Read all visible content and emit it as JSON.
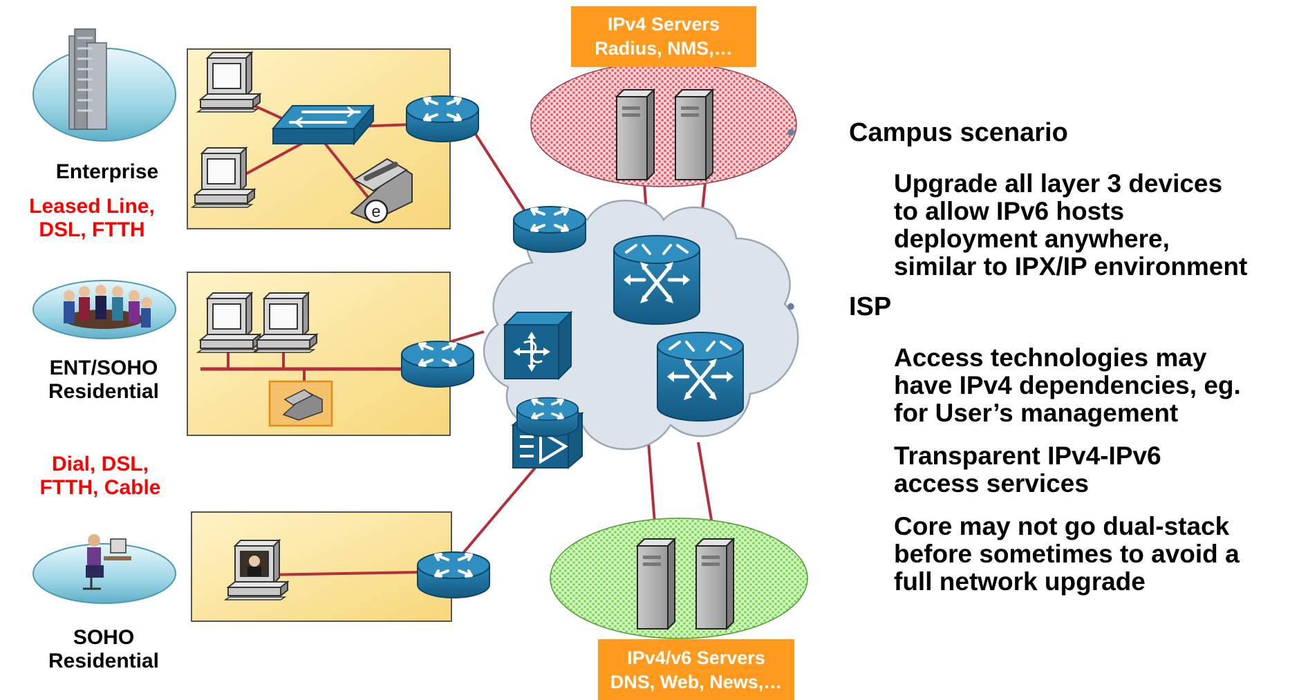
{
  "sites": [
    {
      "name_lines": [
        "Enterprise"
      ],
      "access_lines": [
        "Leased Line,",
        "DSL, FTTH"
      ]
    },
    {
      "name_lines": [
        "ENT/SOHO",
        "Residential"
      ],
      "access_lines": [
        "Dial, DSL,",
        "FTTH, Cable"
      ]
    },
    {
      "name_lines": [
        "SOHO",
        "Residential"
      ],
      "access_lines": []
    }
  ],
  "server_groups": [
    {
      "lines": [
        "IPv4 Servers",
        "Radius, NMS,…"
      ]
    },
    {
      "lines": [
        "IPv4/v6 Servers",
        "DNS, Web, News,…"
      ]
    }
  ],
  "bullets": [
    {
      "title": "Campus scenario",
      "points": [
        [
          "Upgrade all layer 3 devices",
          "to allow IPv6 hosts",
          "deployment anywhere,",
          "similar to IPX/IP environment"
        ]
      ]
    },
    {
      "title": "ISP",
      "points": [
        [
          "Access technologies may",
          "have IPv4 dependencies, eg.",
          "for User’s management"
        ],
        [
          "Transparent IPv4-IPv6",
          "access services"
        ],
        [
          "Core may not go dual-stack",
          "before sometimes to avoid a",
          "full network upgrade"
        ]
      ]
    }
  ],
  "colors": {
    "link": "#b3303c",
    "panel_fill": "#fbe596",
    "cloud_fill": "#dde3ea",
    "device_blue": "#1d6f9e",
    "server_box": "#ff9a1f",
    "ipv4_zone": "#f3a3aa",
    "dual_zone": "#a6ea82",
    "access_label": "#ff0000"
  },
  "icons": [
    "office-building-icon",
    "meeting-people-icon",
    "person-at-computer-icon",
    "pc-icon",
    "switch-icon",
    "router-icon",
    "ip-phone-icon",
    "multilayer-switch-icon",
    "access-server-icon",
    "server-icon",
    "cloud-icon"
  ]
}
